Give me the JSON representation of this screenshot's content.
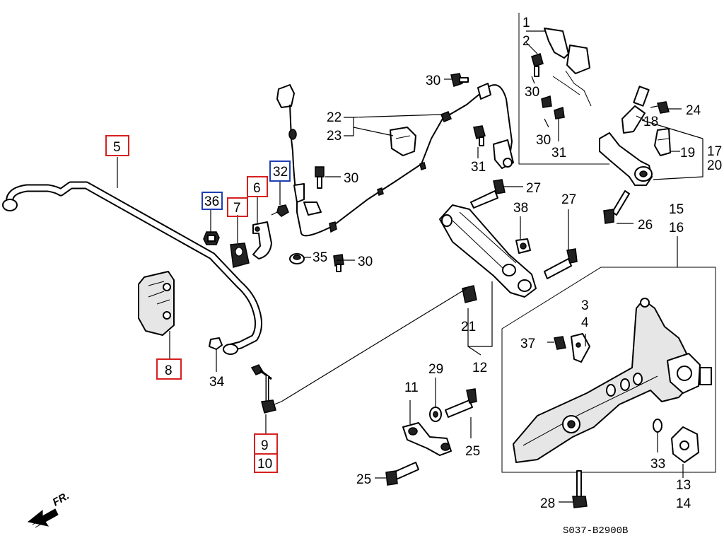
{
  "labels": {
    "l1": "1",
    "l2": "2",
    "l3": "3",
    "l4": "4",
    "l5": "5",
    "l6": "6",
    "l7": "7",
    "l8": "8",
    "l9": "9",
    "l10": "10",
    "l11": "11",
    "l12": "12",
    "l13": "13",
    "l14": "14",
    "l15": "15",
    "l16": "16",
    "l17": "17",
    "l18": "18",
    "l19": "19",
    "l20": "20",
    "l21": "21",
    "l22": "22",
    "l23": "23",
    "l24": "24",
    "l25a": "25",
    "l25b": "25",
    "l26": "26",
    "l27a": "27",
    "l27b": "27",
    "l28": "28",
    "l29": "29",
    "l30a": "30",
    "l30b": "30",
    "l30c": "30",
    "l30d": "30",
    "l30e": "30",
    "l31a": "31",
    "l31b": "31",
    "l32": "32",
    "l33": "33",
    "l34": "34",
    "l35": "35",
    "l36": "36",
    "l37": "37",
    "l38": "38"
  },
  "front_marker": "FR.",
  "diagram_code": "S037-B2900B",
  "colors": {
    "highlight_red": "#d62020",
    "highlight_blue": "#1f3fb5"
  }
}
